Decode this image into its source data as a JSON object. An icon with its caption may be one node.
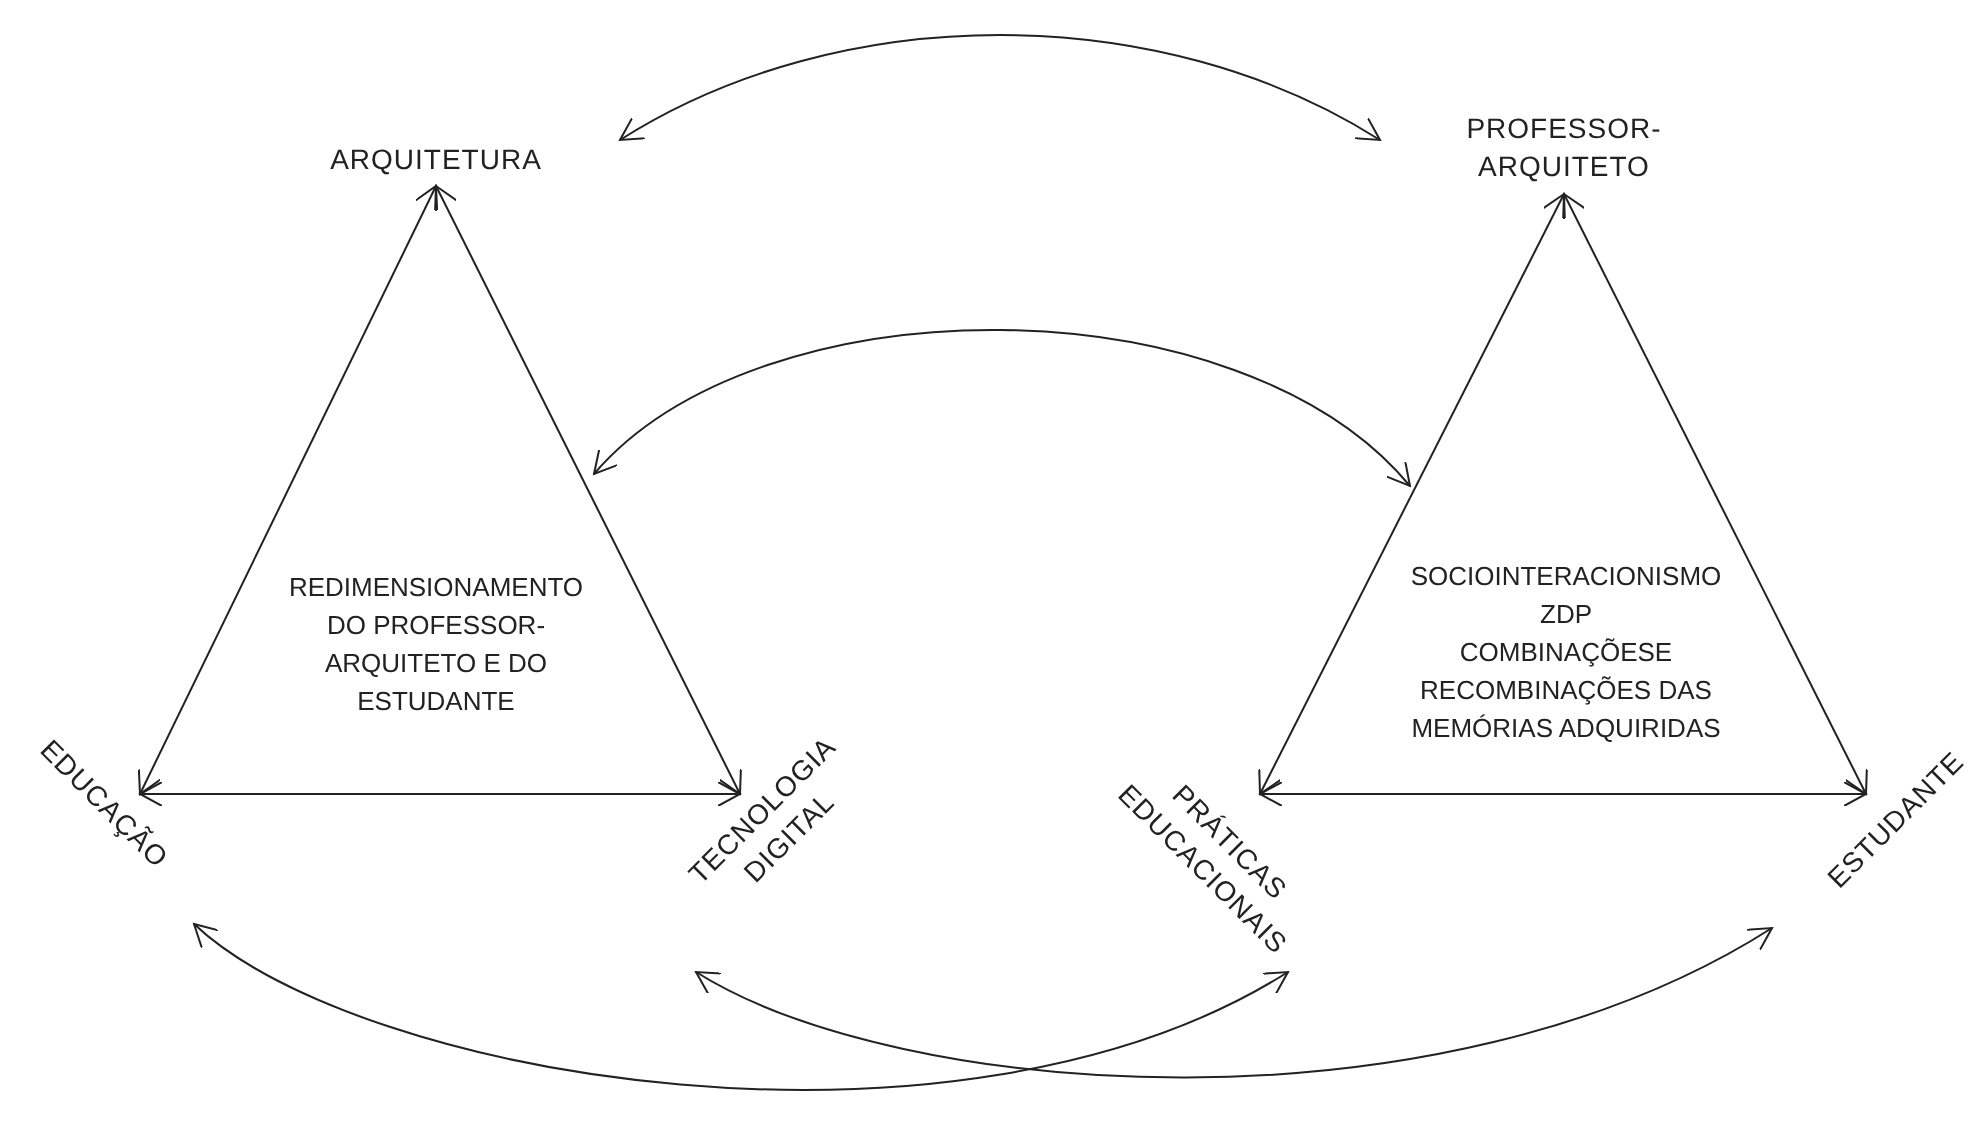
{
  "diagram": {
    "nodes": [
      {
        "text": [
          "ARQUITETURA"
        ]
      },
      {
        "text": [
          "EDUCAÇÃO"
        ]
      },
      {
        "text": [
          "TECNOLOGIA DIGITAL"
        ]
      },
      {
        "text": [
          "REDIMENSIONAMENTO DO PROFESSOR-ARQUITETO E DO ESTUDANTE"
        ]
      },
      {
        "text": [
          "PROFESSOR-ARQUITETO"
        ]
      },
      {
        "text": [
          "PRÁTICAS EDUCACIONAIS"
        ]
      },
      {
        "text": [
          "ESTUDANTE"
        ]
      },
      {
        "text": [
          "SOCIOINTERACIONISMO",
          "ZDP",
          "COMBINAÇÕESE RECOMBINAÇÕES DAS MEMÓRIAS ADQUIRIDAS"
        ]
      }
    ],
    "edges": [
      {
        "from": 0,
        "to": 1,
        "arrow": "both"
      },
      {
        "from": 0,
        "to": 2,
        "arrow": "both"
      },
      {
        "from": 1,
        "to": 2,
        "arrow": "both"
      },
      {
        "from": 4,
        "to": 5,
        "arrow": "both"
      },
      {
        "from": 4,
        "to": 6,
        "arrow": "both"
      },
      {
        "from": 5,
        "to": 6,
        "arrow": "both"
      },
      {
        "from": 0,
        "to": 4,
        "arrow": "both"
      },
      {
        "from": 3,
        "to": 7,
        "arrow": "both"
      },
      {
        "from": 1,
        "to": 5,
        "arrow": "both"
      },
      {
        "from": 2,
        "to": 6,
        "arrow": "both"
      }
    ]
  }
}
